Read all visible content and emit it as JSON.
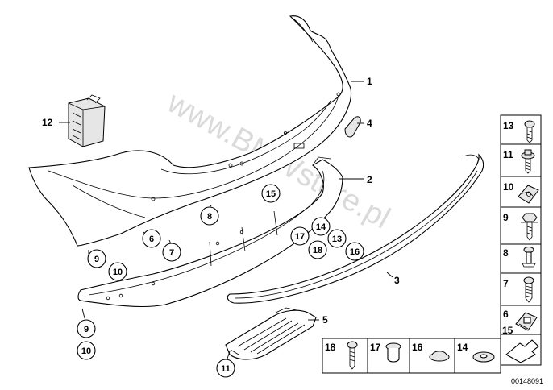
{
  "watermark": "www.BMWstore.pl",
  "diagram_id": "00148091",
  "callouts_side": [
    {
      "num": "1"
    },
    {
      "num": "2"
    },
    {
      "num": "3"
    },
    {
      "num": "4"
    },
    {
      "num": "5"
    },
    {
      "num": "12"
    }
  ],
  "callouts_circled": [
    {
      "num": "15"
    },
    {
      "num": "8"
    },
    {
      "num": "14"
    },
    {
      "num": "17"
    },
    {
      "num": "13"
    },
    {
      "num": "18"
    },
    {
      "num": "16"
    },
    {
      "num": "6"
    },
    {
      "num": "7"
    },
    {
      "num": "9"
    },
    {
      "num": "10"
    },
    {
      "num": "9"
    },
    {
      "num": "10"
    },
    {
      "num": "11"
    }
  ],
  "legend_right": [
    {
      "num": "13",
      "icon": "screw-icon"
    },
    {
      "num": "11",
      "icon": "flange-screw-icon"
    },
    {
      "num": "10",
      "icon": "spring-nut-icon"
    },
    {
      "num": "9",
      "icon": "hex-screw-icon"
    },
    {
      "num": "8",
      "icon": "rivet-icon"
    },
    {
      "num": "7",
      "icon": "self-tapping-screw-icon"
    },
    {
      "num": "6",
      "icon": "clip-nut-icon"
    },
    {
      "num": "15",
      "icon": "arrow-icon"
    }
  ],
  "legend_bottom": [
    {
      "num": "18",
      "icon": "bolt-icon"
    },
    {
      "num": "17",
      "icon": "grommet-icon"
    },
    {
      "num": "16",
      "icon": "plug-icon"
    },
    {
      "num": "14",
      "icon": "washer-icon"
    }
  ]
}
